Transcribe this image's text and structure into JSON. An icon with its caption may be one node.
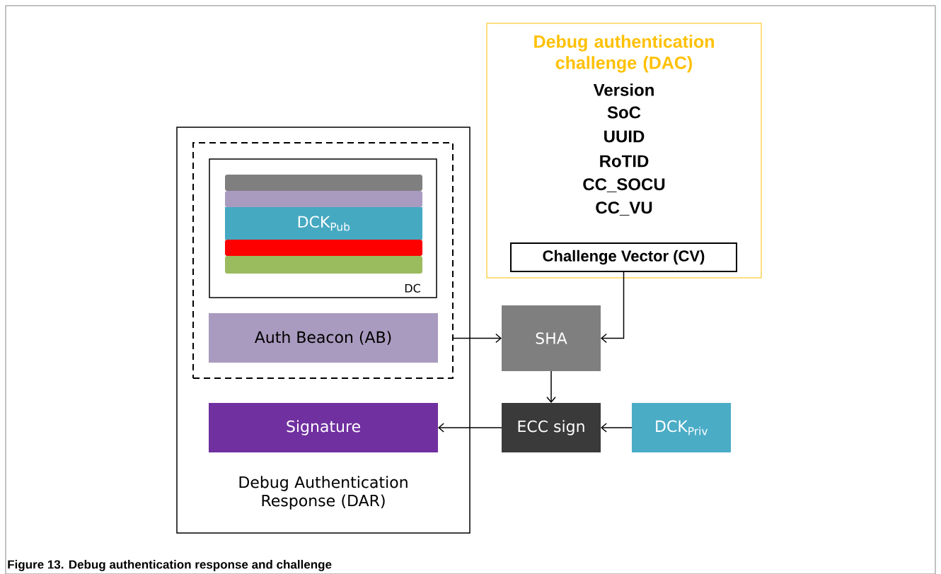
{
  "diagram": {
    "caption": "Figure 13.  Debug authentication response and challenge",
    "nodes": [
      {
        "text": [
          "Debug Authentication Response (DAR)"
        ]
      },
      {
        "text": [],
        "shape": "box",
        "in": 0
      },
      {
        "text": [
          "DC"
        ],
        "in": 1
      },
      {
        "text": [],
        "shape": "bar",
        "in": 2
      },
      {
        "text": [],
        "shape": "bar",
        "in": 2
      },
      {
        "text": [
          "DCK$_{Pub}$"
        ],
        "in": 2
      },
      {
        "text": [],
        "shape": "bar",
        "in": 2
      },
      {
        "text": [],
        "shape": "bar",
        "in": 2
      },
      {
        "text": [
          "Auth Beacon (AB)"
        ],
        "in": 1
      },
      {
        "text": [
          "Signature"
        ],
        "in": 0
      },
      {
        "text": [
          "Debug authentication challenge (DAC)",
          "Version",
          "SoC",
          "UUID",
          "RoTID",
          "CC_SOCU",
          "CC_VU"
        ]
      },
      {
        "text": [
          "Challenge Vector (CV)"
        ],
        "in": 10
      },
      {
        "text": [
          "SHA"
        ]
      },
      {
        "text": [
          "ECC sign"
        ]
      },
      {
        "text": [
          "DCK$_{Priv}$"
        ]
      }
    ],
    "edges": [
      {
        "from": 1,
        "to": 12,
        "arrow": "to"
      },
      {
        "from": 11,
        "to": 12,
        "arrow": "to"
      },
      {
        "from": 12,
        "to": 13,
        "arrow": "to"
      },
      {
        "from": 14,
        "to": 13,
        "arrow": "to"
      },
      {
        "from": 13,
        "to": 9,
        "arrow": "to"
      }
    ]
  }
}
